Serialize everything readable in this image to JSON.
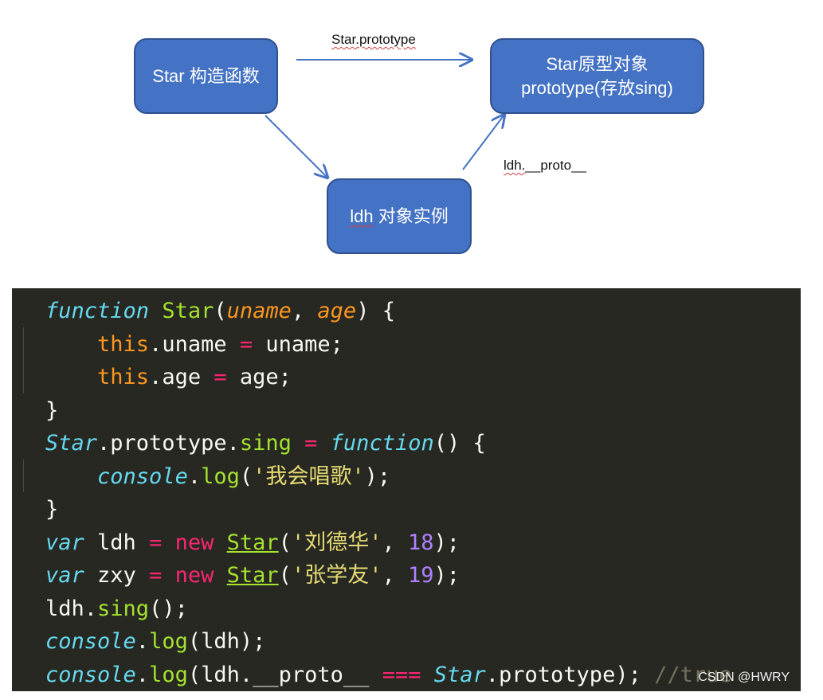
{
  "diagram": {
    "node_star": "Star 构造函数",
    "node_proto_line1": "Star原型对象",
    "node_proto_line2": "prototype(存放sing)",
    "node_ldh_prefix": "ldh",
    "node_ldh_suffix": " 对象实例",
    "edge_prototype_label": "Star.prototype",
    "edge_proto_label_prefix": "ldh.",
    "edge_proto_label_suffix": "__proto__"
  },
  "code": {
    "l1": {
      "kw": "function",
      "name": "Star",
      "open": "(",
      "p1": "uname",
      "comma": ", ",
      "p2": "age",
      "close": ") {"
    },
    "l2": {
      "this": "this",
      "rest1": ".uname ",
      "op": "=",
      "rest2": " uname;"
    },
    "l3": {
      "this": "this",
      "rest1": ".age ",
      "op": "=",
      "rest2": " age;"
    },
    "l4": "}",
    "l5": {
      "obj": "Star",
      "dot1": ".prototype.",
      "m": "sing",
      "sp": " ",
      "op": "=",
      "sp2": " ",
      "kw": "function",
      "rest": "() {"
    },
    "l6": {
      "obj": "console",
      "dot": ".",
      "m": "log",
      "open": "(",
      "str": "'我会唱歌'",
      "close": ");"
    },
    "l7": "}",
    "l8": {
      "kw": "var",
      "name": " ldh ",
      "op": "=",
      "sp": " ",
      "new": "new",
      "sp2": " ",
      "ctor": "Star",
      "open": "(",
      "str": "'刘德华'",
      "comma": ", ",
      "num": "18",
      "close": ");"
    },
    "l9": {
      "kw": "var",
      "name": " zxy ",
      "op": "=",
      "sp": " ",
      "new": "new",
      "sp2": " ",
      "ctor": "Star",
      "open": "(",
      "str": "'张学友'",
      "comma": ", ",
      "num": "19",
      "close": ");"
    },
    "l10": {
      "obj": "ldh.",
      "m": "sing",
      "rest": "();"
    },
    "l11": {
      "obj": "console",
      "dot": ".",
      "m": "log",
      "rest": "(ldh);"
    },
    "l12": {
      "obj": "console",
      "dot": ".",
      "m": "log",
      "rest1": "(ldh.__proto__ ",
      "op": "===",
      "sp": " ",
      "obj2": "Star",
      "rest2": ".prototype); ",
      "cmt": "//true"
    }
  },
  "footer": "CSDN @HWRY",
  "colors": {
    "node_fill": "#4472c4",
    "node_border": "#2f528f",
    "arrow": "#4472c4",
    "code_bg": "#272822"
  }
}
